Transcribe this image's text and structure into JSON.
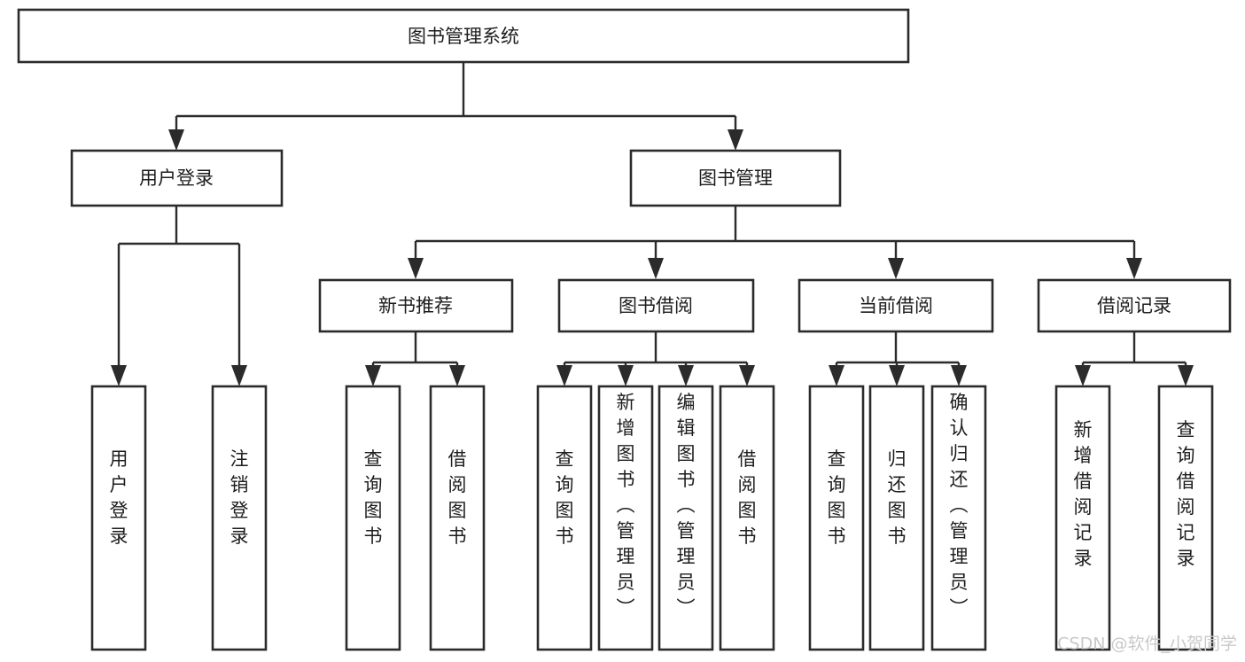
{
  "diagram": {
    "title": "图书管理系统",
    "type": "tree-hierarchy",
    "watermark": "CSDN @软件_小贺同学",
    "colors": {
      "stroke": "#2b2b2b",
      "fill": "#ffffff",
      "text": "#1d1d1d",
      "watermark": "#c9c9c9",
      "background": "#ffffff"
    },
    "levels": {
      "root": "图书管理系统",
      "level2": [
        "用户登录",
        "图书管理"
      ],
      "level3": [
        "新书推荐",
        "图书借阅",
        "当前借阅",
        "借阅记录"
      ],
      "level4": [
        "用户登录",
        "注销登录",
        "查询图书",
        "借阅图书",
        "查询图书",
        "新增图书（管理员）",
        "编辑图书（管理员）",
        "借阅图书",
        "查询图书",
        "归还图书",
        "确认归还（管理员）",
        "新增借阅记录",
        "查询借阅记录"
      ]
    },
    "nodes": {
      "root": {
        "label": "图书管理系统"
      },
      "user_login": {
        "label": "用户登录"
      },
      "book_manage": {
        "label": "图书管理"
      },
      "new_book_rec": {
        "label": "新书推荐"
      },
      "book_borrow": {
        "label": "图书借阅"
      },
      "current_borrow": {
        "label": "当前借阅"
      },
      "borrow_record": {
        "label": "借阅记录"
      },
      "leaf_user_login": {
        "label": "用户登录"
      },
      "leaf_user_logout": {
        "label": "注销登录"
      },
      "leaf_rec_query": {
        "label": "查询图书"
      },
      "leaf_rec_borrow": {
        "label": "借阅图书"
      },
      "leaf_borrow_query": {
        "label": "查询图书"
      },
      "leaf_borrow_add": {
        "label": "新增图书（管理员）"
      },
      "leaf_borrow_edit": {
        "label": "编辑图书（管理员）"
      },
      "leaf_borrow_lend": {
        "label": "借阅图书"
      },
      "leaf_cur_query": {
        "label": "查询图书"
      },
      "leaf_cur_return": {
        "label": "归还图书"
      },
      "leaf_cur_confirm": {
        "label": "确认归还（管理员）"
      },
      "leaf_rec_add": {
        "label": "新增借阅记录"
      },
      "leaf_rec_search": {
        "label": "查询借阅记录"
      }
    }
  }
}
